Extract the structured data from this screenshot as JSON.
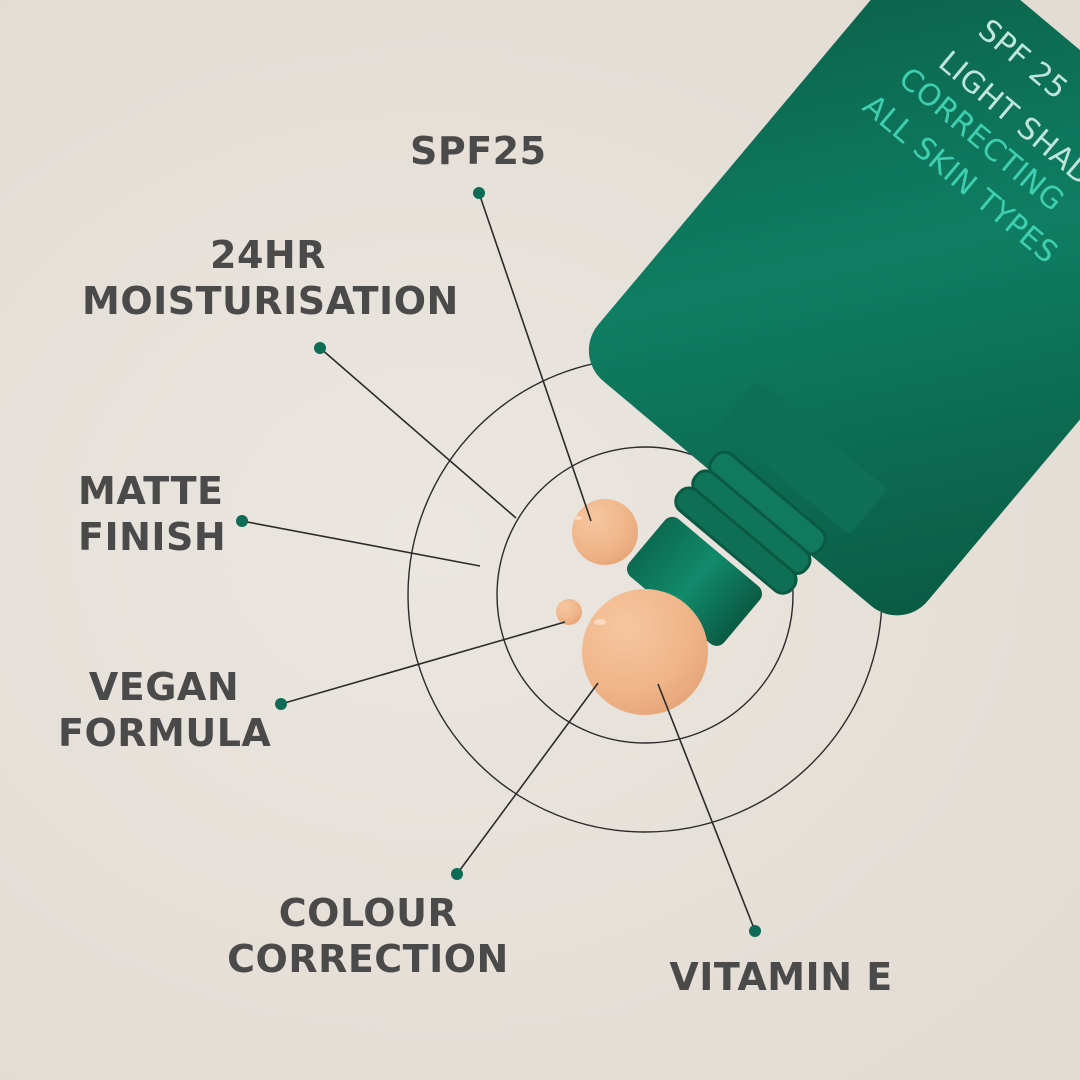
{
  "colors": {
    "background": "#e6e0da",
    "text": "#4a4a4a",
    "dot": "#0e6b55",
    "line": "#2b2b2b",
    "tube_dark": "#0b5a44",
    "tube_mid": "#0f7a5f",
    "tube_light": "#138a6c",
    "tube_text_light": "#bfe6da",
    "tube_text_accent": "#3fcfb0",
    "droplet": "#f2b98d",
    "droplet_shadow": "#e3a577"
  },
  "product": {
    "tube_text": {
      "line1": "SPF 25",
      "line2": "LIGHT SHADE",
      "line3": "CORRECTING",
      "line4": "ALL SKIN TYPES"
    }
  },
  "features": [
    {
      "id": "spf25",
      "line1": "SPF25",
      "line2": ""
    },
    {
      "id": "moisturisation",
      "line1": "24HR",
      "line2": "MOISTURISATION"
    },
    {
      "id": "matte",
      "line1": "MATTE",
      "line2": "FINISH"
    },
    {
      "id": "vegan",
      "line1": "VEGAN",
      "line2": "FORMULA"
    },
    {
      "id": "colour",
      "line1": "COLOUR",
      "line2": "CORRECTION"
    },
    {
      "id": "vitamin",
      "line1": "VITAMIN E",
      "line2": ""
    }
  ]
}
